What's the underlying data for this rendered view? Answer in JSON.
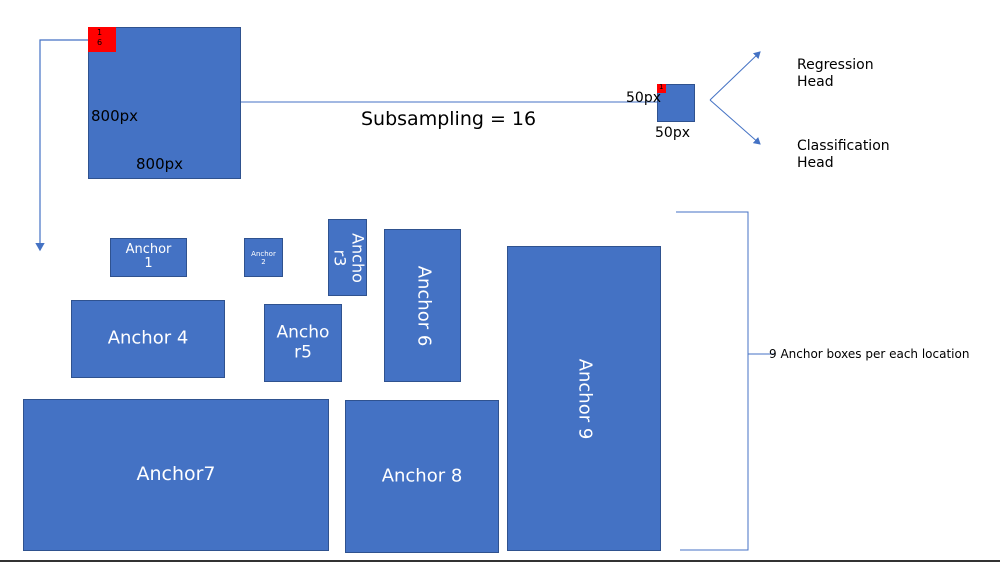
{
  "input_image": {
    "height_label": "800px",
    "width_label": "800px",
    "patch_label": "1\n6"
  },
  "subsampling_label": "Subsampling = 16",
  "feature_map": {
    "height_label": "50px",
    "width_label": "50px",
    "cell_label": "1"
  },
  "heads": {
    "regression": "Regression\nHead",
    "classification": "Classification\nHead"
  },
  "anchors": {
    "a1": "Anchor\n1",
    "a2": "Anchor\n2",
    "a3": "Ancho\nr3",
    "a4": "Anchor 4",
    "a5": "Ancho\nr5",
    "a6": "Anchor 6",
    "a7": "Anchor7",
    "a8": "Anchor 8",
    "a9": "Anchor 9"
  },
  "brace_label": "9 Anchor boxes per each location",
  "colors": {
    "box_fill": "#4472c4",
    "box_border": "#2f528f",
    "highlight": "#ff0000",
    "line": "#4472c4"
  }
}
